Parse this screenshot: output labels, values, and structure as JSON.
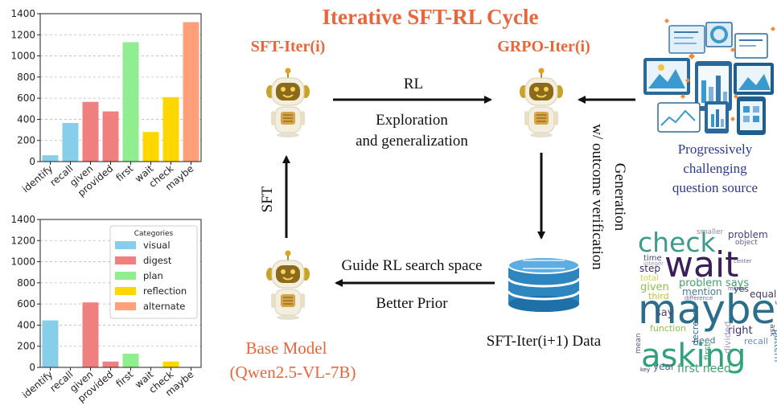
{
  "diagram": {
    "title": "Iterative SFT-RL Cycle",
    "sft_iter_label": "SFT-Iter(i)",
    "grpo_iter_label": "GRPO-Iter(i)",
    "rl_label": "RL",
    "exploration_line1": "Exploration",
    "exploration_line2": "and generalization",
    "sft_label": "SFT",
    "generation_line1": "Generation",
    "generation_line2": "w/ outcome verification",
    "guide_label": "Guide RL search space",
    "prior_label": "Better Prior",
    "data_label": "SFT-Iter(i+1) Data",
    "base_model_line1": "Base Model",
    "base_model_line2": "(Qwen2.5-VL-7B)",
    "question_source_line1": "Progressively",
    "question_source_line2": "challenging",
    "question_source_line3": "question source",
    "colors": {
      "title": "#E8663A",
      "navy": "#2B3A8C",
      "arrow": "#111111",
      "robot_body": "#F4EEDF",
      "robot_face": "#8C6A1C",
      "database": "#2E86C1"
    }
  },
  "chart_data": [
    {
      "type": "bar",
      "categories": [
        "identify",
        "recall",
        "given",
        "provided",
        "first",
        "wait",
        "check",
        "maybe"
      ],
      "values": [
        60,
        365,
        565,
        475,
        1130,
        280,
        610,
        1320
      ],
      "bar_colors": [
        "#87CEEB",
        "#87CEEB",
        "#F08080",
        "#F08080",
        "#90EE90",
        "#FFD700",
        "#FFD700",
        "#FFA07A"
      ],
      "ylim": [
        0,
        1400
      ],
      "yticks": [
        "0",
        "200",
        "400",
        "600",
        "800",
        "1000",
        "1200",
        "1400"
      ],
      "grid": true
    },
    {
      "type": "bar",
      "categories": [
        "identify",
        "recall",
        "given",
        "provided",
        "first",
        "wait",
        "check",
        "maybe"
      ],
      "values": [
        445,
        0,
        615,
        55,
        130,
        0,
        55,
        0
      ],
      "bar_colors": [
        "#87CEEB",
        "#87CEEB",
        "#F08080",
        "#F08080",
        "#90EE90",
        "#FFD700",
        "#FFD700",
        "#FFA07A"
      ],
      "ylim": [
        0,
        1400
      ],
      "yticks": [
        "0",
        "200",
        "400",
        "600",
        "800",
        "1000",
        "1200",
        "1400"
      ],
      "grid": true,
      "legend": {
        "title": "Categories",
        "placement": "top-right",
        "entries": [
          {
            "label": "visual",
            "color": "#87CEEB"
          },
          {
            "label": "digest",
            "color": "#F08080"
          },
          {
            "label": "plan",
            "color": "#90EE90"
          },
          {
            "label": "reflection",
            "color": "#FFD700"
          },
          {
            "label": "alternate",
            "color": "#FFA07A"
          }
        ]
      }
    }
  ],
  "word_cloud": {
    "words": [
      {
        "text": "wait",
        "color": "#3B1E5C"
      },
      {
        "text": "check",
        "color": "#3E9A8A"
      },
      {
        "text": "maybe",
        "color": "#2A6E8C"
      },
      {
        "text": "asking",
        "color": "#2FA27B"
      },
      {
        "text": "problem says",
        "color": "#3DA46A"
      },
      {
        "text": "right",
        "color": "#3A2F6E"
      },
      {
        "text": "problem",
        "color": "#4A3D7A"
      },
      {
        "text": "object",
        "color": "#6A5A9A"
      },
      {
        "text": "smaller",
        "color": "#8A8AA8"
      },
      {
        "text": "time",
        "color": "#4A4A7A"
      },
      {
        "text": "step",
        "color": "#3B2E5E"
      },
      {
        "text": "given",
        "color": "#8BC34A"
      },
      {
        "text": "mention",
        "color": "#4A7A9A"
      },
      {
        "text": "equal",
        "color": "#3A3A6A"
      },
      {
        "text": "say",
        "color": "#4A4A7A"
      },
      {
        "text": "third",
        "color": "#B5C33A"
      },
      {
        "text": "total",
        "color": "#C8D64A"
      },
      {
        "text": "function",
        "color": "#8BC34A"
      },
      {
        "text": "first need",
        "color": "#3DA46A"
      },
      {
        "text": "year",
        "color": "#4A6A8A"
      },
      {
        "text": "need",
        "color": "#4A6A9A"
      },
      {
        "text": "recall",
        "color": "#6A8ABA"
      },
      {
        "text": "looking",
        "color": "#6A5A9A"
      },
      {
        "text": "yes",
        "color": "#3A3A6A"
      },
      {
        "text": "key",
        "color": "#3A3A6A"
      },
      {
        "text": "mean",
        "color": "#5A5A8A"
      },
      {
        "text": "decrease",
        "color": "#2E6A8A"
      },
      {
        "text": "divided",
        "color": "#9A9AC0"
      },
      {
        "text": "pattern",
        "color": "#3A7A9A"
      },
      {
        "text": "first",
        "color": "#3DA46A"
      },
      {
        "text": "integer",
        "color": "#9A9AB0"
      },
      {
        "text": "center",
        "color": "#6A6A9A"
      },
      {
        "text": "minus",
        "color": "#5A5A8A"
      },
      {
        "text": "difference",
        "color": "#6A6AAA"
      },
      {
        "text": "ask",
        "color": "#4A4A7A"
      }
    ]
  }
}
